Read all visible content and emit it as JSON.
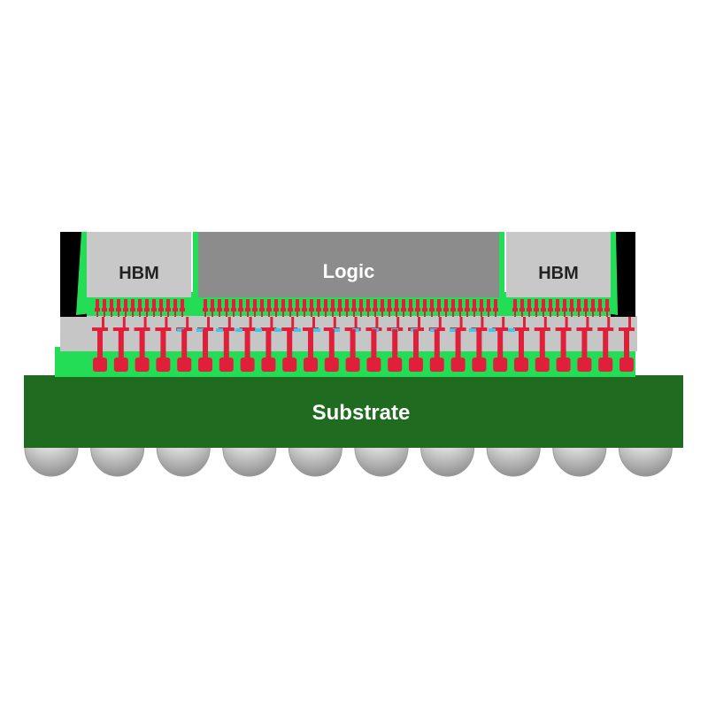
{
  "labels": {
    "hbm_left": "HBM",
    "logic": "Logic",
    "hbm_right": "HBM",
    "substrate": "Substrate"
  },
  "colors": {
    "substrate": "#1f6b1f",
    "underfill": "#22dd55",
    "hbm": "#c8c8c8",
    "logic": "#8c8c8c",
    "interposer": "#c6c6c6",
    "mold": "#000000",
    "copper": "#e0203a",
    "micro_bump": "#3ec8e8",
    "solder_ball": "#d8d8d8",
    "label_dark": "#222222",
    "label_light": "#ffffff"
  },
  "counts": {
    "solder_balls": 10,
    "c4_bumps": 26
  }
}
